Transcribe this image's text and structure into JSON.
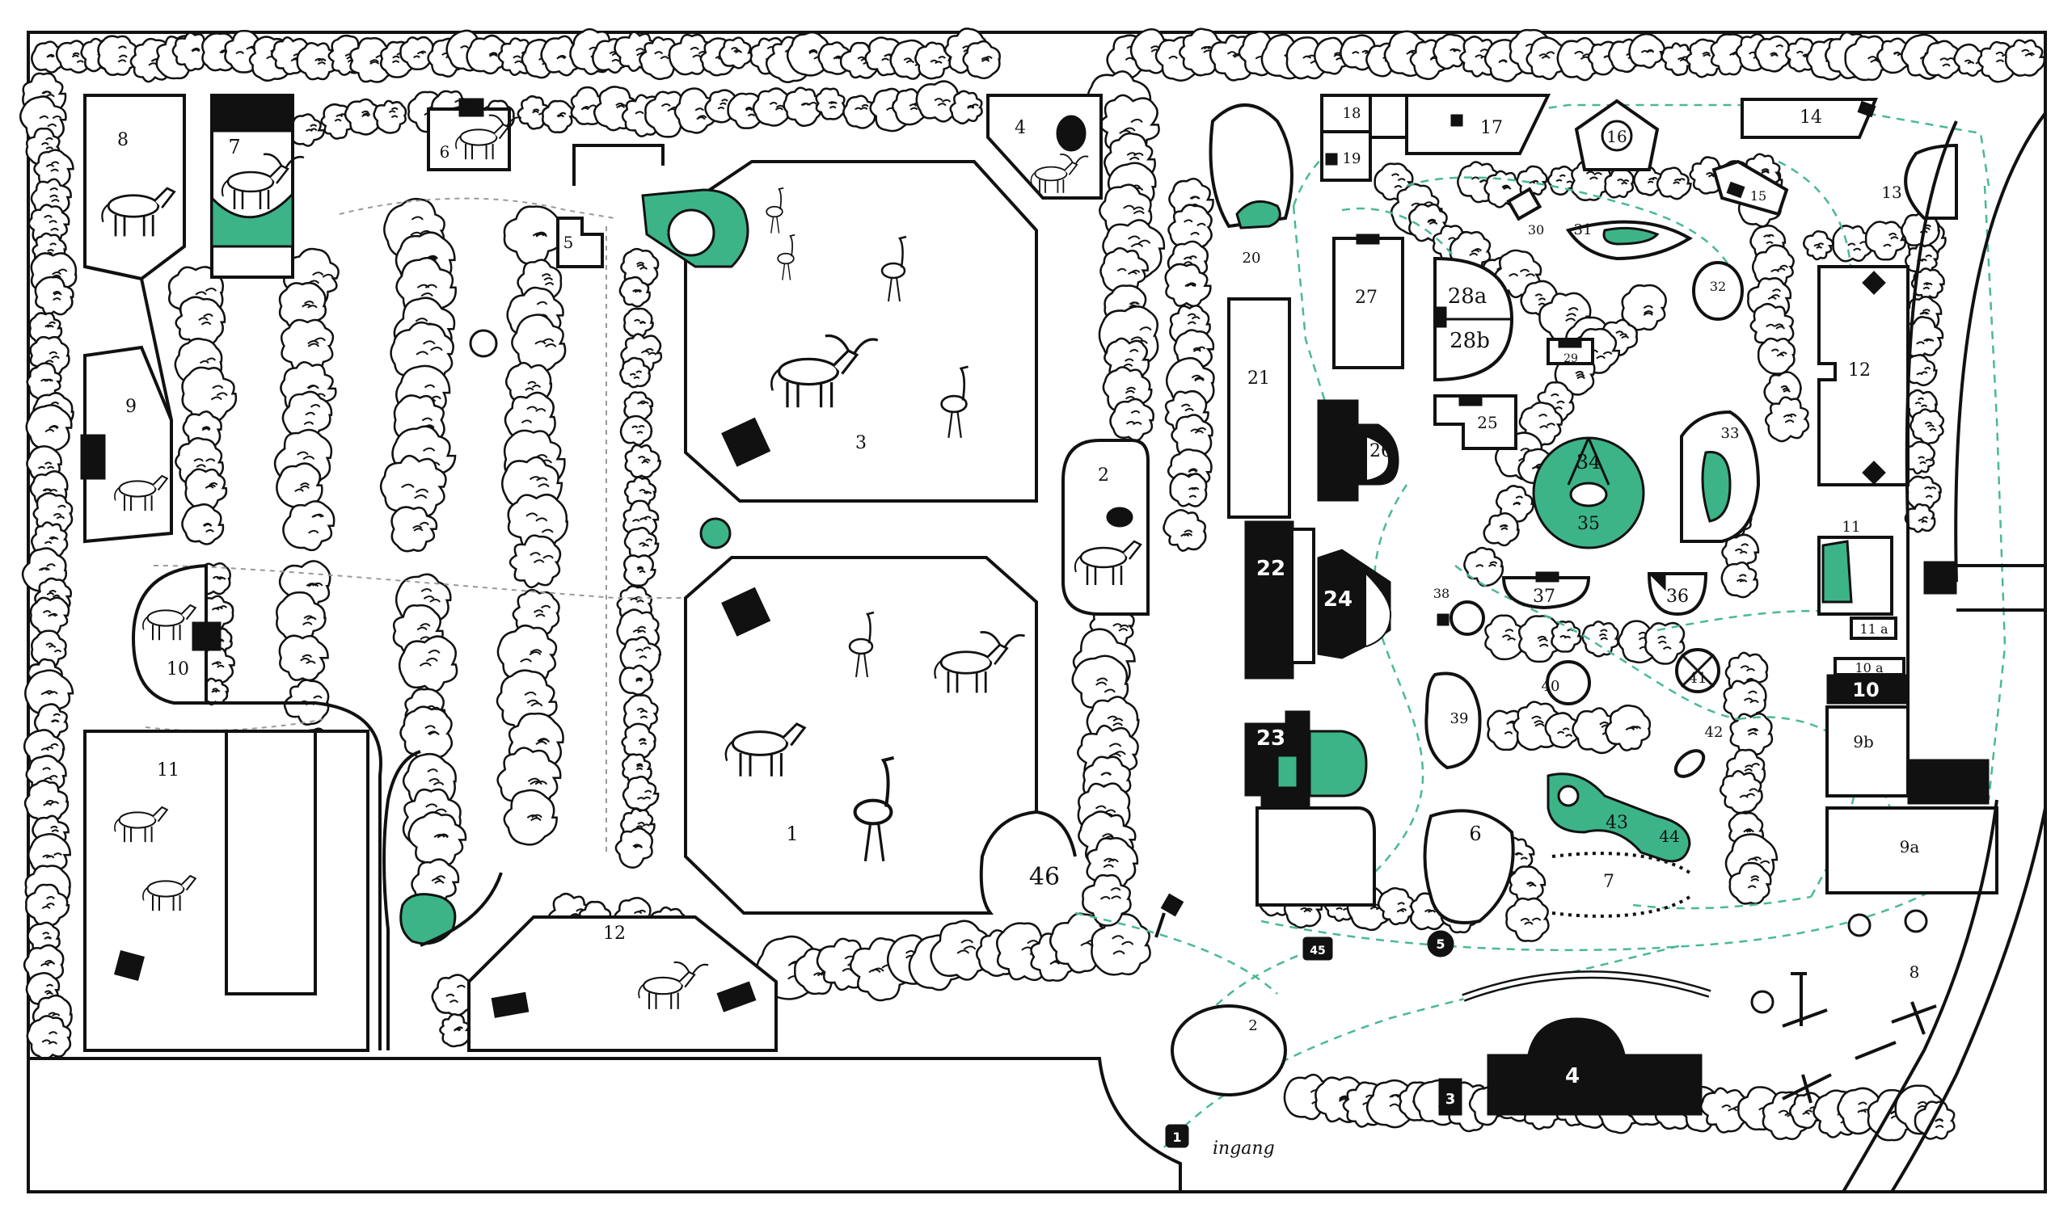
{
  "map": {
    "entrance_label": "ingang",
    "colors": {
      "ink": "#111111",
      "accent_green": "#3cb488",
      "path_green": "#4ab995",
      "paper": "#ffffff"
    },
    "west_labels": {
      "e1": "1",
      "e2": "2",
      "e3": "3",
      "e4": "4",
      "e5": "5",
      "e6": "6",
      "e7": "7",
      "e8": "8",
      "e9": "9",
      "e10": "10",
      "e11": "11",
      "e12": "12",
      "e46": "46"
    },
    "east_labels": {
      "e13": "13",
      "e14": "14",
      "e15": "15",
      "e16": "16",
      "e17": "17",
      "e18": "18",
      "e19": "19",
      "e20": "20",
      "e21": "21",
      "e22": "22",
      "e23": "23",
      "e24": "24",
      "e25": "25",
      "e26": "26",
      "e27": "27",
      "e28a": "28a",
      "e28b": "28b",
      "e29": "29",
      "e30": "30",
      "e31": "31",
      "e32": "32",
      "e33": "33",
      "e34": "34",
      "e35": "35",
      "e36": "36",
      "e37": "37",
      "e38": "38",
      "e39": "39",
      "e40": "40",
      "e41": "41",
      "e42": "42",
      "e43": "43",
      "e44": "44",
      "e45": "45",
      "e6b": "6",
      "e7b": "7",
      "e8b": "8",
      "e9a": "9a",
      "e9b": "9b",
      "e10b": "10",
      "e10a": "10 a",
      "e11b": "11",
      "e11a": "11 a",
      "e12b": "12",
      "e2b": "2",
      "e3b": "3",
      "e4b": "4",
      "e5b": "5",
      "e1b": "1"
    },
    "icons": [
      "tree-icon",
      "donkey-icon",
      "yak-icon",
      "deer-icon",
      "sheep-icon",
      "llama-icon",
      "goose-icon",
      "crane-icon",
      "cattle-icon",
      "zebra-icon",
      "ostrich-icon",
      "wildebeest-icon",
      "okapi-icon",
      "heron-icon",
      "antelope-icon"
    ]
  }
}
